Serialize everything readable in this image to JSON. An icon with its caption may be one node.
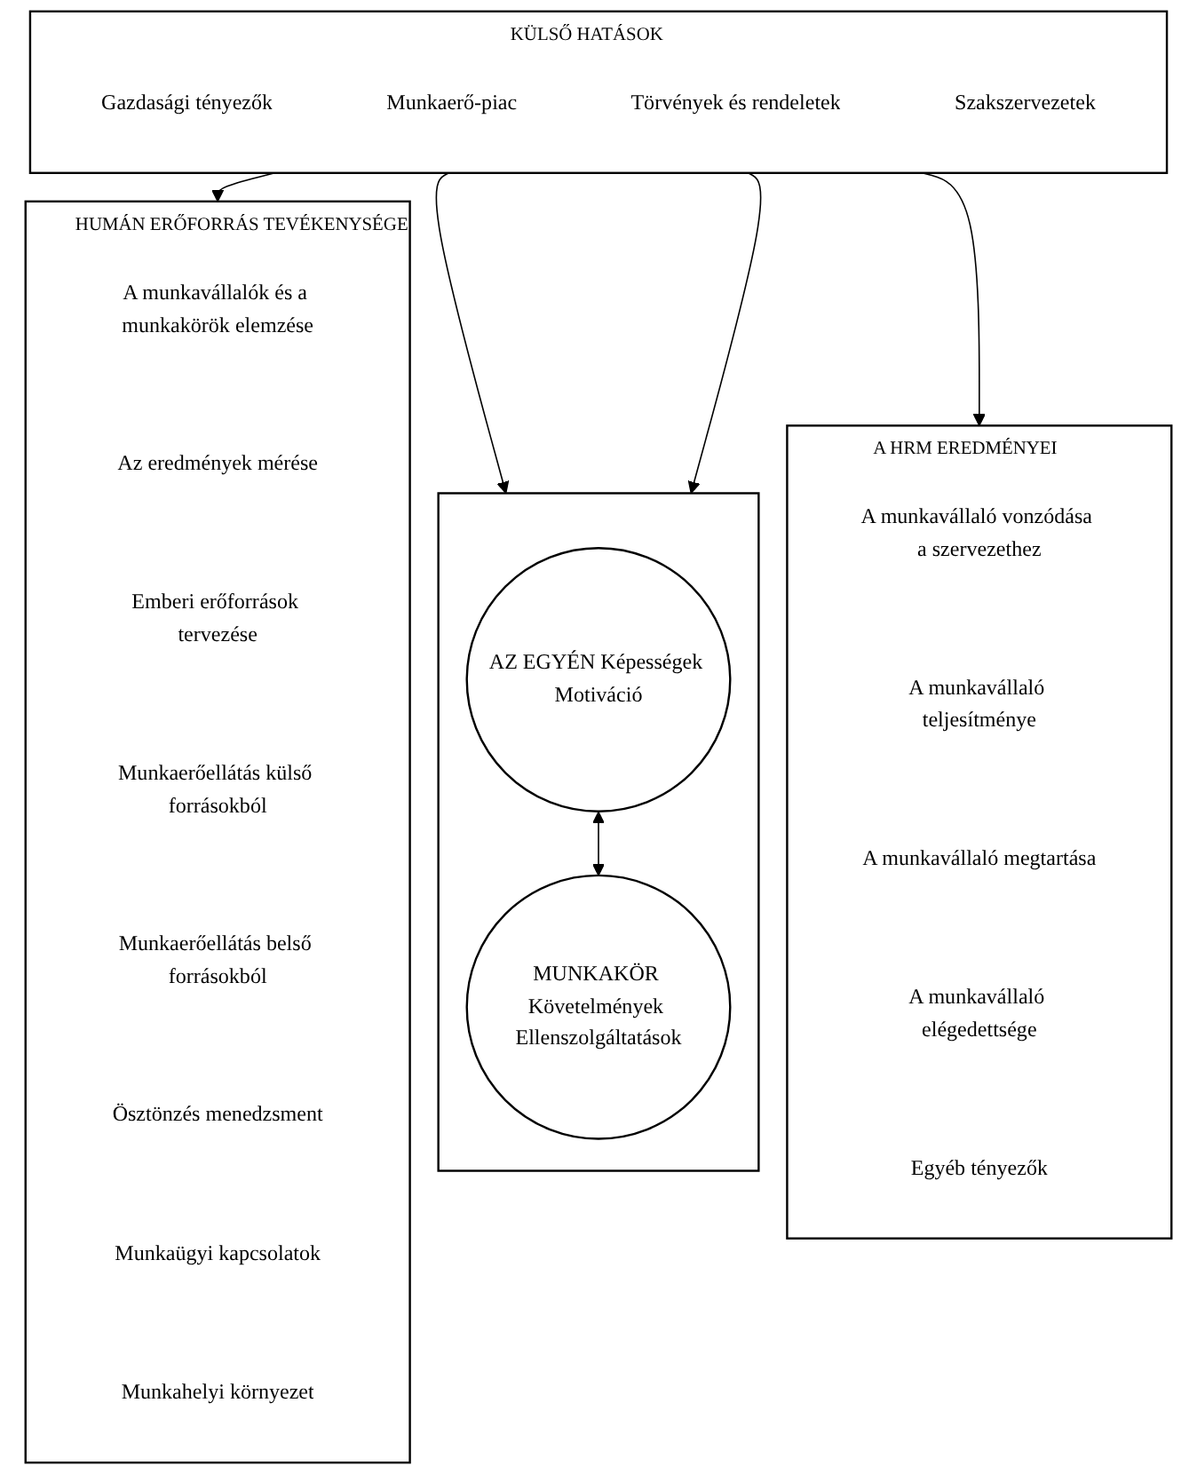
{
  "diagram": {
    "nodes": [
      {
        "text": [
          "KÜLSŐ HATÁSOK"
        ]
      },
      {
        "text": [
          "Gazdasági tényezők"
        ],
        "in": 0
      },
      {
        "text": [
          "Munkaerő-piac"
        ],
        "in": 0
      },
      {
        "text": [
          "Törvények és rendeletek"
        ],
        "in": 0
      },
      {
        "text": [
          "Szakszervezetek"
        ],
        "in": 0
      },
      {
        "text": [
          "HUMÁN ERŐFORRÁS TEVÉKENYSÉGE"
        ]
      },
      {
        "text": [
          "A munkavállalók és a munkakörök elemzése"
        ],
        "in": 5
      },
      {
        "text": [
          "Az eredmények mérése"
        ],
        "in": 5
      },
      {
        "text": [
          "Emberi erőforrások tervezése"
        ],
        "in": 5
      },
      {
        "text": [
          "Munkaerőellátás külső forrásokból"
        ],
        "in": 5
      },
      {
        "text": [
          "Munkaerőellátás belső forrásokból"
        ],
        "in": 5
      },
      {
        "text": [
          "Ösztönzés menedzsment"
        ],
        "in": 5
      },
      {
        "text": [
          "Munkaügyi kapcsolatok"
        ],
        "in": 5
      },
      {
        "text": [
          "Munkahelyi környezet"
        ],
        "in": 5
      },
      {
        "text": [],
        "shape": "box"
      },
      {
        "text": [
          "AZ EGYÉN Képességek Motiváció"
        ],
        "in": 14
      },
      {
        "text": [
          "MUNKAKÖR Követelmények Ellenszolgáltatások"
        ],
        "in": 14
      },
      {
        "text": [
          "A HRM EREDMÉNYEI"
        ]
      },
      {
        "text": [
          "A munkavállaló vonzódása a szervezethez"
        ],
        "in": 17
      },
      {
        "text": [
          "A munkavállaló teljesítménye"
        ],
        "in": 17
      },
      {
        "text": [
          "A munkavállaló megtartása"
        ],
        "in": 17
      },
      {
        "text": [
          "A munkavállaló elégedettsége"
        ],
        "in": 17
      },
      {
        "text": [
          "Egyéb tényezők"
        ],
        "in": 17
      }
    ],
    "edges": [
      {
        "from": 0,
        "to": 5,
        "arrow": "to"
      },
      {
        "from": 0,
        "to": 14,
        "arrow": "to"
      },
      {
        "from": 0,
        "to": 14,
        "arrow": "to"
      },
      {
        "from": 0,
        "to": 17,
        "arrow": "to"
      },
      {
        "from": 15,
        "to": 16,
        "arrow": "both"
      }
    ]
  }
}
